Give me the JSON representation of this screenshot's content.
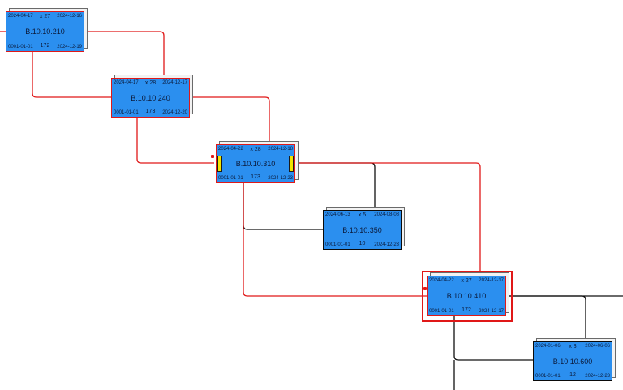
{
  "colors": {
    "node_fill": "#2b8fef",
    "critical_link": "#e01818",
    "normal_link": "#111111",
    "marker": "#f2e600"
  },
  "nodes": [
    {
      "id": "B.10.10.210",
      "start": "2024-04-17",
      "count": "x 27",
      "finish": "2024-12-16",
      "base": "0001-01-01",
      "duration": "172",
      "end": "2024-12-19"
    },
    {
      "id": "B.10.10.240",
      "start": "2024-04-17",
      "count": "x 28",
      "finish": "2024-12-17",
      "base": "0001-01-01",
      "duration": "173",
      "end": "2024-12-20"
    },
    {
      "id": "B.10.10.310",
      "start": "2024-04-22",
      "count": "x 28",
      "finish": "2024-12-18",
      "base": "0001-01-01",
      "duration": "173",
      "end": "2024-12-23"
    },
    {
      "id": "B.10.10.350",
      "start": "2024-06-13",
      "count": "x 5",
      "finish": "2024-08-08",
      "base": "0001-01-01",
      "duration": "10",
      "end": "2024-12-23"
    },
    {
      "id": "B.10.10.410",
      "start": "2024-04-22",
      "count": "x 27",
      "finish": "2024-12-17",
      "base": "0001-01-01",
      "duration": "172",
      "end": "2024-12-17"
    },
    {
      "id": "B.10.10.600",
      "start": "2024-01-06",
      "count": "x 3",
      "finish": "2024-06-06",
      "base": "0001-01-01",
      "duration": "12",
      "end": "2024-12-23"
    }
  ]
}
